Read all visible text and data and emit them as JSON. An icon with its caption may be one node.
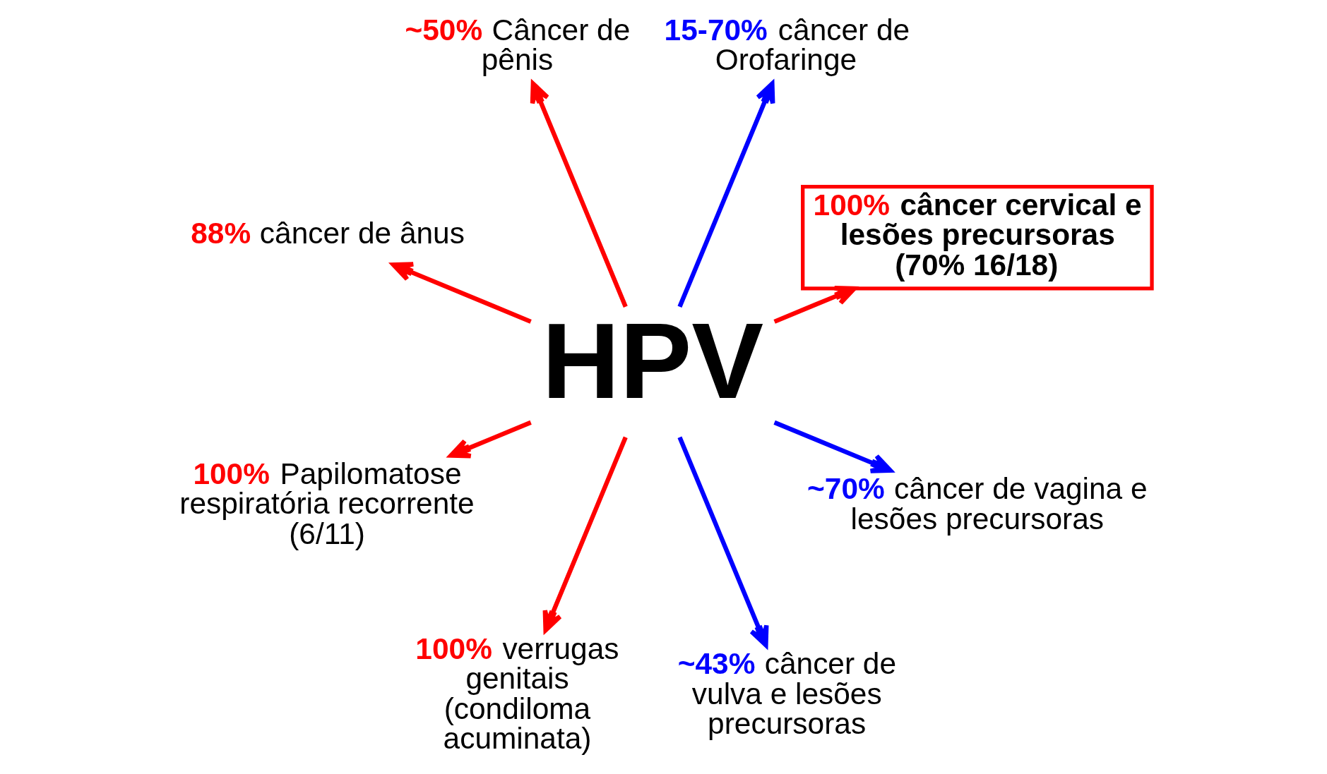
{
  "diagram": {
    "nodes": [
      {
        "text": [
          "HPV"
        ]
      },
      {
        "text": [
          "100% câncer cervical e lesões precursoras (70% 16/18)"
        ]
      },
      {
        "text": [
          "15-70% câncer de Orofaringe"
        ]
      },
      {
        "text": [
          "~50% Câncer de pênis"
        ]
      },
      {
        "text": [
          "88% câncer de ânus"
        ]
      },
      {
        "text": [
          "100% Papilomatose respiratória recorrente (6/11)"
        ]
      },
      {
        "text": [
          "100% verrugas genitais (condiloma acuminata)"
        ]
      },
      {
        "text": [
          "~43% câncer de vulva e lesões precursoras"
        ]
      },
      {
        "text": [
          "~70% câncer de vagina e lesões precursoras"
        ]
      }
    ],
    "edges": [
      {
        "from": 0,
        "to": 1,
        "arrow": "to"
      },
      {
        "from": 0,
        "to": 2,
        "arrow": "to",
        "color": "#0000ff"
      },
      {
        "from": 0,
        "to": 3,
        "arrow": "to"
      },
      {
        "from": 0,
        "to": 4,
        "arrow": "to"
      },
      {
        "from": 0,
        "to": 5,
        "arrow": "to"
      },
      {
        "from": 0,
        "to": 6,
        "arrow": "to"
      },
      {
        "from": 0,
        "to": 7,
        "arrow": "to",
        "color": "#0000ff"
      },
      {
        "from": 0,
        "to": 8,
        "arrow": "to",
        "color": "#0000ff"
      }
    ]
  }
}
